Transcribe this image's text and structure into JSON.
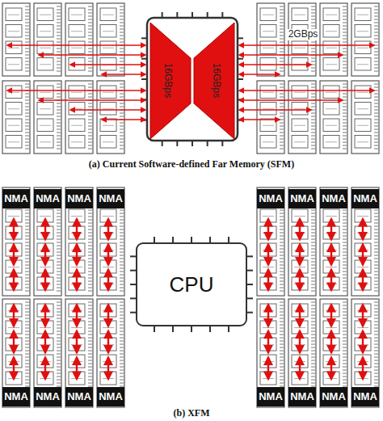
{
  "diagram": {
    "nodes": [
      {
        "text": [
          "NMA"
        ]
      },
      {
        "text": [
          "NMA"
        ]
      },
      {
        "text": [
          "NMA"
        ]
      },
      {
        "text": [
          "NMA"
        ]
      },
      {
        "text": [
          "NMA"
        ]
      },
      {
        "text": [
          "NMA"
        ]
      },
      {
        "text": [
          "NMA"
        ]
      },
      {
        "text": [
          "NMA"
        ]
      },
      {
        "text": [
          "CPU"
        ]
      },
      {
        "text": [
          "NMA"
        ]
      },
      {
        "text": [
          "NMA"
        ]
      },
      {
        "text": [
          "NMA"
        ]
      },
      {
        "text": [
          "NMA"
        ]
      },
      {
        "text": [
          "NMA"
        ]
      },
      {
        "text": [
          "NMA"
        ]
      },
      {
        "text": [
          "NMA"
        ]
      },
      {
        "text": [
          "NMA"
        ]
      }
    ],
    "labels": [
      "16GBps",
      "16GBps",
      "2GBps",
      "(a) Current Software-defined Far Memory (SFM)",
      "(b) XFM"
    ]
  }
}
